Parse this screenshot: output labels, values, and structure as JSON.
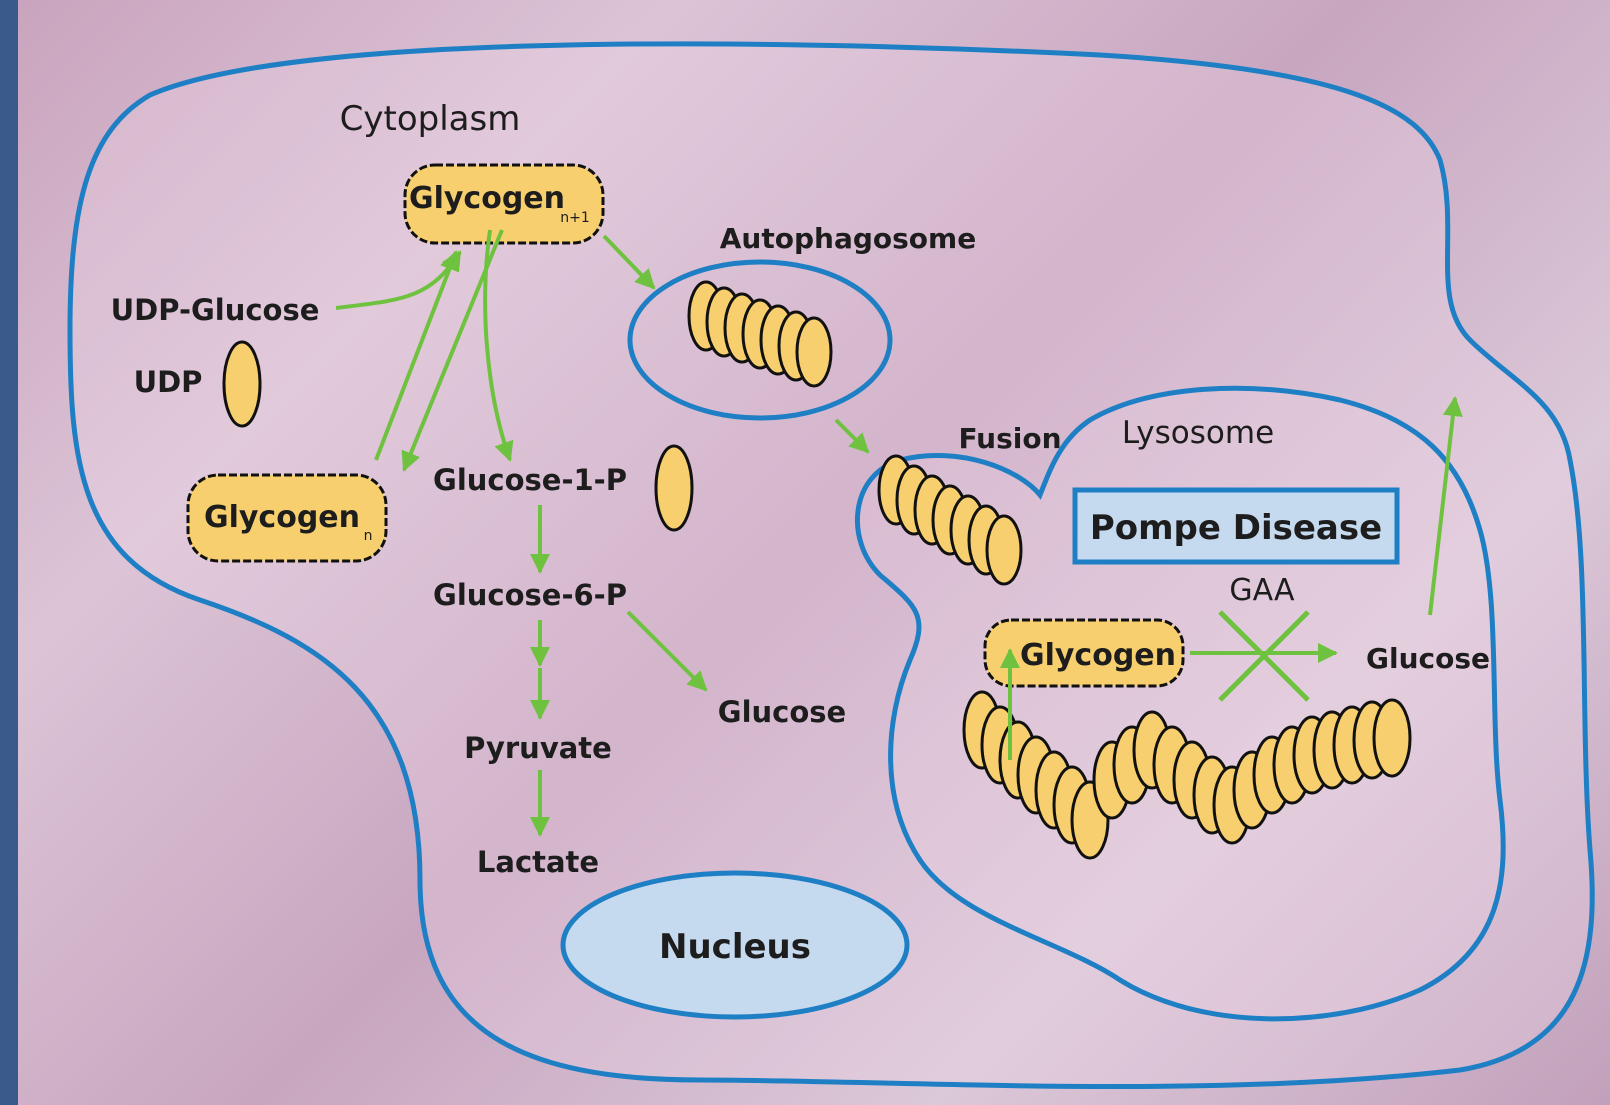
{
  "diagram": {
    "cytoplasm_label": "Cytoplasm",
    "glycogen_top": {
      "label": "Glycogen",
      "subscript": "n+1"
    },
    "glycogen_left": {
      "label": "Glycogen",
      "subscript": "n"
    },
    "udp_glucose_label": "UDP-Glucose",
    "udp_label": "UDP",
    "glucose_1p_label": "Glucose-1-P",
    "glucose_6p_label": "Glucose-6-P",
    "pyruvate_label": "Pyruvate",
    "lactate_label": "Lactate",
    "glucose_cytoplasm_label": "Glucose",
    "nucleus_label": "Nucleus",
    "autophagosome_label": "Autophagosome",
    "fusion_label": "Fusion",
    "lysosome_label": "Lysosome",
    "pompe_disease_label": "Pompe Disease",
    "gaa_label": "GAA",
    "glycogen_lysosome_label": "Glycogen",
    "glucose_lysosome_label": "Glucose"
  },
  "colors": {
    "membrane": "#1f7fc4",
    "arrow": "#6fc23f",
    "glycogen_fill": "#f7cf6e",
    "nucleus_fill": "#c5d9ef",
    "page_edge": "#3a5a8c"
  }
}
